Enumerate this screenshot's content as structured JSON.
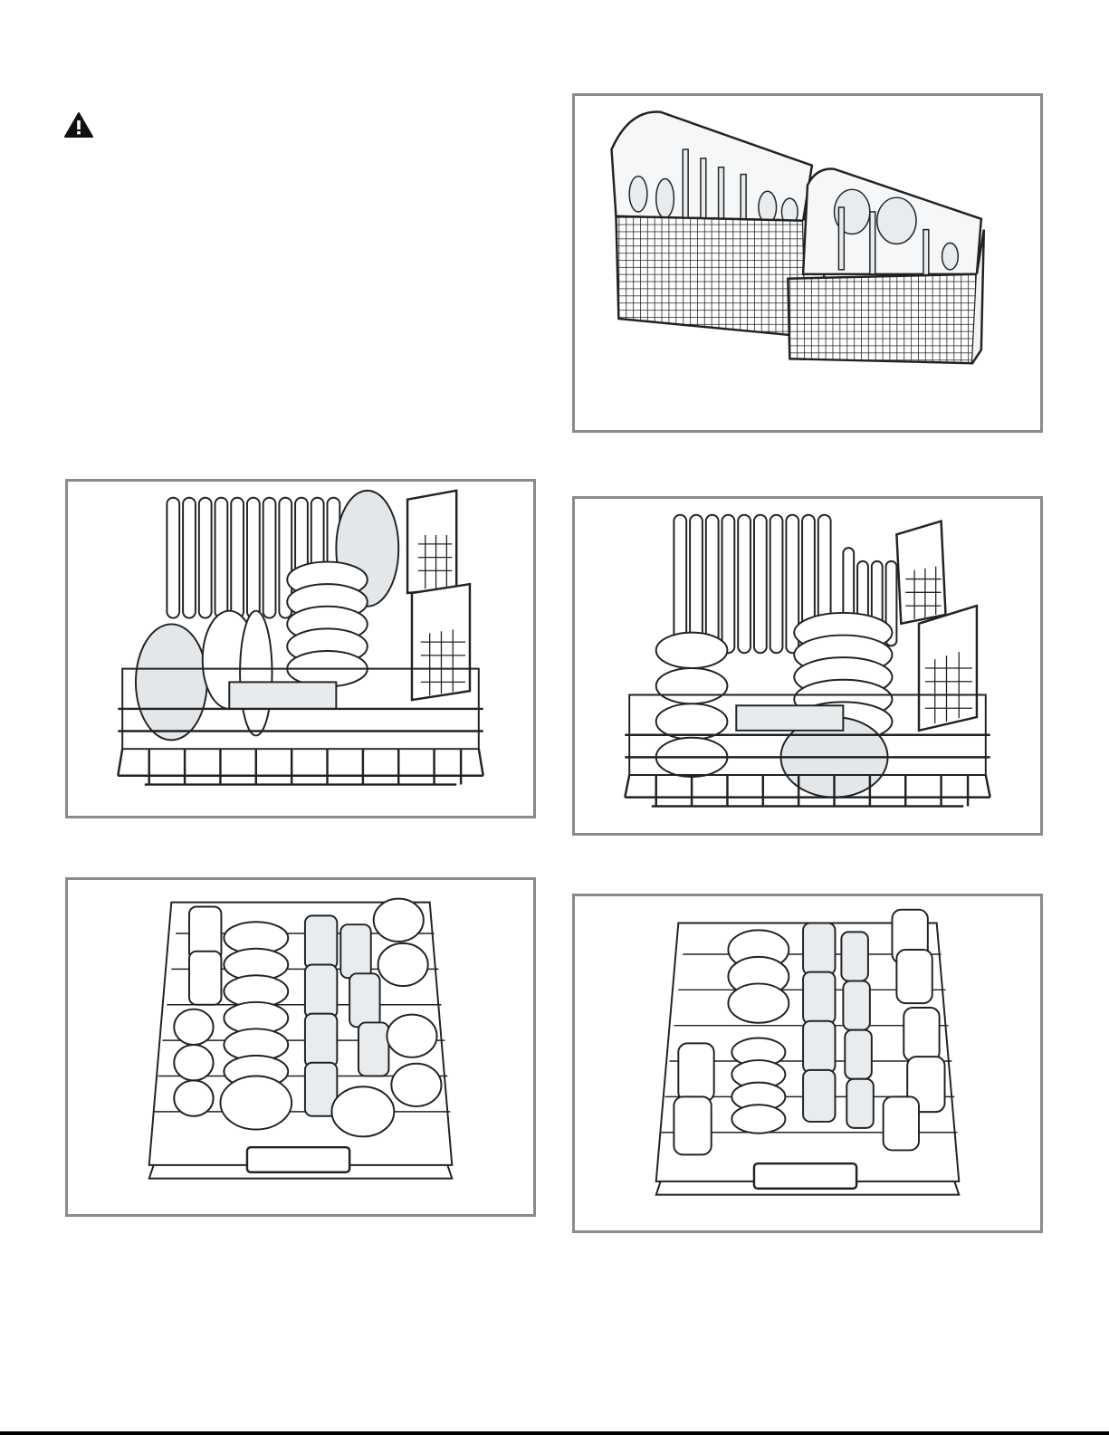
{
  "page": {
    "warning_symbol": "warning-triangle-icon",
    "colors": {
      "frame": "#8a8a8a",
      "ink": "#222222",
      "glass": "#dfe3e6"
    }
  },
  "figures": [
    {
      "id": "silverware-baskets",
      "icon": "silverware-basket-icon"
    },
    {
      "id": "lower-rack-loading-a",
      "icon": "dish-rack-icon"
    },
    {
      "id": "lower-rack-loading-b",
      "icon": "dish-rack-icon"
    },
    {
      "id": "upper-rack-loading-a",
      "icon": "dish-rack-icon"
    },
    {
      "id": "upper-rack-loading-b",
      "icon": "dish-rack-icon"
    }
  ]
}
